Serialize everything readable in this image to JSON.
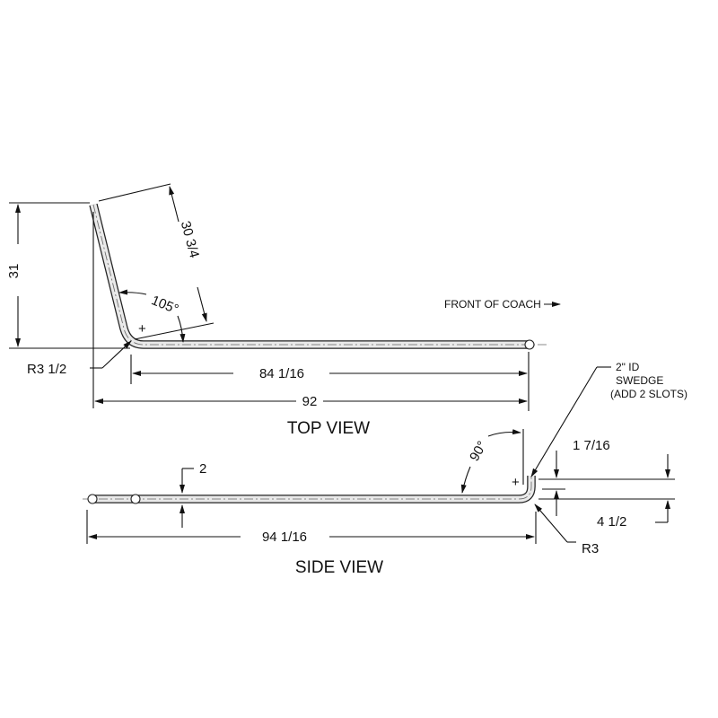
{
  "top_view": {
    "title": "TOP VIEW",
    "dim_height": "31",
    "dim_leg": "30 3/4",
    "dim_angle": "105°",
    "dim_straight": "84 1/16",
    "dim_overall": "92",
    "dim_radius": "R3 1/2",
    "direction_note": "FRONT OF COACH",
    "center_mark": "+"
  },
  "side_view": {
    "title": "SIDE VIEW",
    "dim_offset": "2",
    "dim_overall": "94 1/16",
    "dim_angle": "90°",
    "dim_end_1": "1 7/16",
    "dim_end_2": "4 1/2",
    "dim_radius": "R3",
    "swedge_line1": "2\" ID",
    "swedge_line2": "SWEDGE",
    "swedge_line3": "(ADD 2 SLOTS)",
    "center_mark": "+"
  }
}
